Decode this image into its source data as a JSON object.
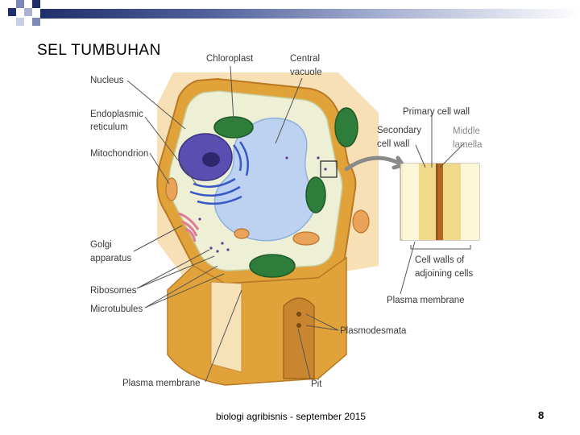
{
  "slide": {
    "title": "SEL TUMBUHAN",
    "footer": "biologi agribisnis - september 2015",
    "page_number": "8"
  },
  "diagram": {
    "labels": {
      "nucleus": "Nucleus",
      "er_line1": "Endoplasmic",
      "er_line2": "reticulum",
      "mitochondrion": "Mitochondrion",
      "golgi_line1": "Golgi",
      "golgi_line2": "apparatus",
      "ribosomes": "Ribosomes",
      "microtubules": "Microtubules",
      "plasma_membrane_bottom": "Plasma membrane",
      "chloroplast": "Chloroplast",
      "central_vacuole_line1": "Central",
      "central_vacuole_line2": "vacuole",
      "primary_cell_wall": "Primary cell wall",
      "secondary_cell_wall_line1": "Secondary",
      "secondary_cell_wall_line2": "cell wall",
      "middle_lamella_line1": "Middle",
      "middle_lamella_line2": "lamella",
      "cell_walls_adjoining_line1": "Cell walls of",
      "cell_walls_adjoining_line2": "adjoining cells",
      "plasma_membrane_right": "Plasma membrane",
      "plasmodesmata": "Plasmodesmata",
      "pit": "Pit"
    }
  },
  "colors": {
    "title_bar_dark": "#1e2f6b",
    "cell_wall": "#e2a23a",
    "cytoplasm": "#eef0d6",
    "vacuole": "#bcd2f0",
    "nucleus": "#5a4fb0",
    "chloroplast": "#2e7d3a",
    "mitochondrion": "#e9a45a",
    "golgi": "#e07a9a"
  }
}
